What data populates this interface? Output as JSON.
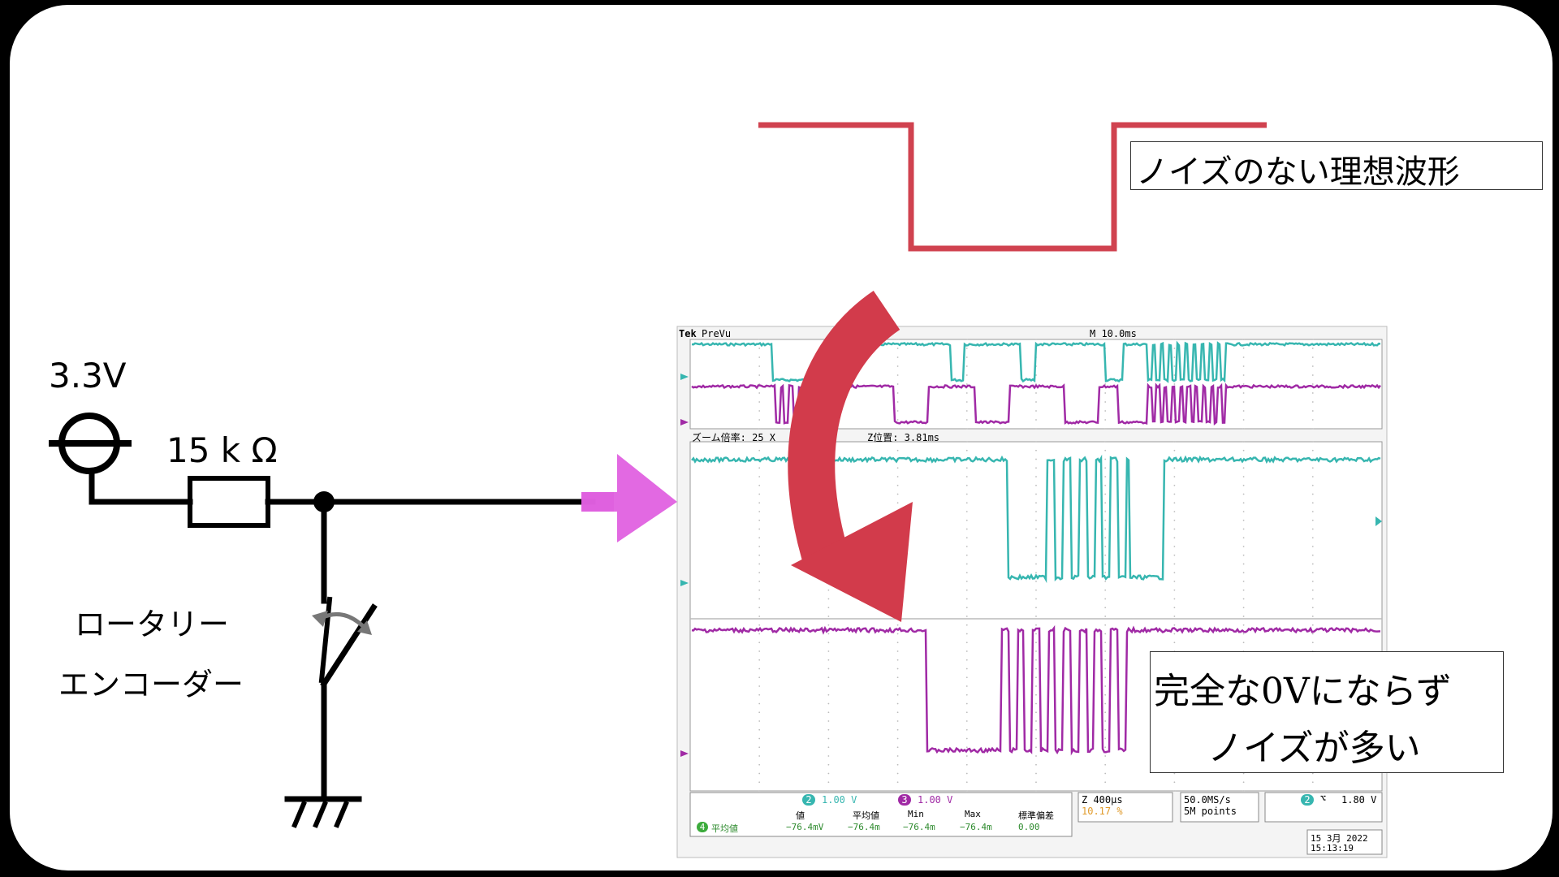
{
  "labels": {
    "supply_voltage": "3.3V",
    "resistor_value": "15 k Ω",
    "encoder_line1": "ロータリー",
    "encoder_line2": "エンコーダー",
    "ideal_waveform": "ノイズのない理想波形",
    "noisy_line1": "完全な0Vにならず",
    "noisy_line2": "ノイズが多い"
  },
  "scope": {
    "brand": "Tek",
    "mode": "PreVu",
    "timebase": "M 10.0ms",
    "zoom_factor": "ズーム倍率: 25 X",
    "zoom_position": "Z位置: 3.81ms",
    "ch2_scale": "1.00 V",
    "ch3_scale": "1.00 V",
    "ch2_id": "2",
    "ch3_id": "3",
    "meas_headers": [
      "値",
      "平均値",
      "Min",
      "Max",
      "標準偏差"
    ],
    "meas_label": "平均値",
    "meas_ch": "4",
    "meas_values": [
      "−76.4mV",
      "−76.4m",
      "−76.4m",
      "−76.4m",
      "0.00"
    ],
    "zoom_time": "Z 400μs",
    "zoom_percent": "10.17 %",
    "sample_rate": "50.0MS/s",
    "record_length": "5M points",
    "trigger_ch": "2",
    "trigger_level": "1.80 V",
    "date": "15 3月  2022",
    "time": "15:13:19"
  },
  "colors": {
    "ideal_wave": "#d0424f",
    "arrow_magenta": "#e061e0",
    "curved_arrow": "#d23b4b",
    "ch2_trace": "#37b6b0",
    "ch3_trace": "#a02aa5"
  },
  "icons": {
    "arrow": "right-arrow-icon",
    "curved": "curved-arrow-icon"
  }
}
